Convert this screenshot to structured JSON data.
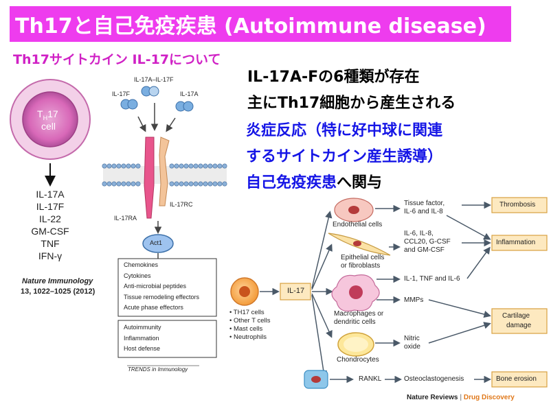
{
  "title": "Th17と自己免疫疾患 (Autoimmune disease)",
  "subtitle": "Th17サイトカイン IL-17について",
  "main_text": {
    "line1": "IL-17A-Fの6種類が存在",
    "line2": "主にTh17細胞から産生される",
    "line3": "炎症反応（特に好中球に関連",
    "line4": "するサイトカイン産生誘導）",
    "line5a": "自己免疫疾患",
    "line5b": "へ関与"
  },
  "left_figure": {
    "cell_label_top": "T",
    "cell_label_sub": "H",
    "cell_label_num": "17",
    "cell_label_bottom": "cell",
    "cytokines": [
      "IL-17A",
      "IL-17F",
      "IL-22",
      "GM-CSF",
      "TNF",
      "IFN-γ"
    ],
    "citation_journal": "Nature Immunology",
    "citation_ref": "13, 1022–1025 (2012)"
  },
  "middle_figure": {
    "ligand_left": "IL-17F",
    "ligand_center": "IL-17A–IL-17F",
    "ligand_right": "IL-17A",
    "receptor_left": "IL-17RA",
    "receptor_right": "IL-17RC",
    "adaptor": "Act1",
    "effects_box1": [
      "Chemokines",
      "Cytokines",
      "Anti-microbial peptides",
      "Tissue remodeling effectors",
      "Acute phase effectors"
    ],
    "effects_box2": [
      "Autoimmunity",
      "Inflammation",
      "Host defense"
    ],
    "source": "TRENDS in Immunology"
  },
  "right_figure": {
    "source_cells": [
      "TH17 cells",
      "Other T cells",
      "Mast cells",
      "Neutrophils"
    ],
    "center_node": "IL-17",
    "targets": {
      "endothelial": "Endothelial cells",
      "epithelial_1": "Epithelial cells",
      "epithelial_2": "or fibroblasts",
      "macrophage_1": "Macrophages or",
      "macrophage_2": "dendritic cells",
      "chondrocytes": "Chondrocytes"
    },
    "mediators": {
      "m1a": "Tissue factor,",
      "m1b": "IL-6 and IL-8",
      "m2a": "IL-6, IL-8,",
      "m2b": "CCL20, G-CSF",
      "m2c": "and GM-CSF",
      "m3": "IL-1, TNF and IL-6",
      "m4": "MMPs",
      "m5a": "Nitric",
      "m5b": "oxide",
      "m6": "RANKL",
      "m7": "Osteoclastogenesis"
    },
    "outcomes": {
      "thrombosis": "Thrombosis",
      "inflammation": "Inflammation",
      "cartilage_1": "Cartilage",
      "cartilage_2": "damage",
      "bone": "Bone erosion"
    },
    "source_prefix": "Nature Reviews",
    "source_separator": "|",
    "source_suffix": "Drug Discovery"
  },
  "colors": {
    "title_bg": "#ee3cee",
    "subtitle": "#d021c5",
    "blue_text": "#1515e6",
    "outcome_box_fill": "#fde9c0",
    "outcome_box_stroke": "#d8a040",
    "cell_fill": "#d868b8",
    "source_brand": "#e0781a"
  }
}
